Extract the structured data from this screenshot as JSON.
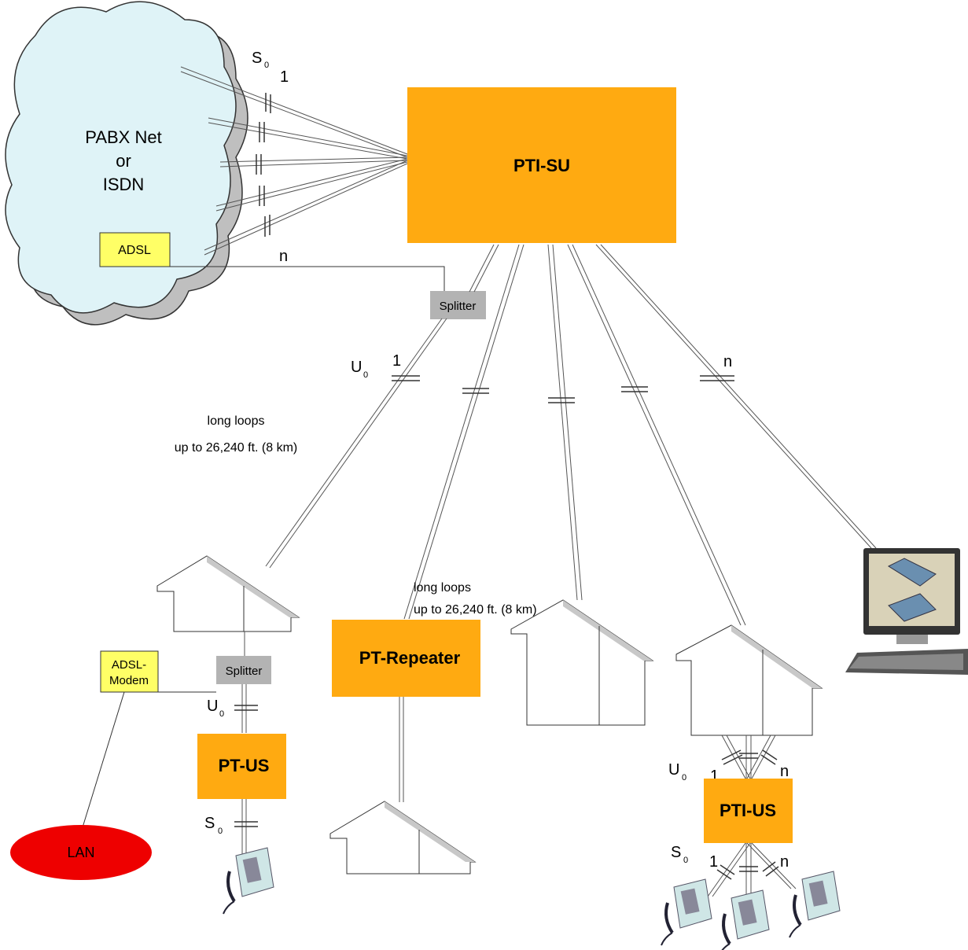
{
  "cloud": {
    "line1": "PABX Net",
    "line2": "or",
    "line3": "ISDN",
    "fill": "#dff3f7"
  },
  "adsl_box": {
    "label": "ADSL",
    "fill": "#ffff66"
  },
  "central_unit": {
    "label": "PTI-SU",
    "fill": "#ffaa11"
  },
  "splitter_top": {
    "label": "Splitter"
  },
  "splitter_house": {
    "label": "Splitter"
  },
  "adsl_modem": {
    "line1": "ADSL-",
    "line2": "Modem",
    "fill": "#ffff66"
  },
  "lan": {
    "label": "LAN",
    "fill": "#ee0000"
  },
  "pt_us": {
    "label": "PT-US"
  },
  "pt_repeater": {
    "label": "PT-Repeater"
  },
  "pti_us": {
    "label": "PTI-US"
  },
  "s0_top": {
    "main": "S",
    "sub": "0",
    "index": "1"
  },
  "n_adsl": "n",
  "u0_left": {
    "main": "U",
    "sub": "0",
    "index": "1"
  },
  "n_right": "n",
  "long_loops_1": {
    "line1": "long  loops",
    "line2": "up to 26,240 ft. (8 km)"
  },
  "long_loops_2": {
    "line1": "long loops",
    "line2": "up to 26,240 ft. (8 km)"
  },
  "u0_house": {
    "main": "U",
    "sub": "0"
  },
  "s0_left": {
    "main": "S",
    "sub": "0"
  },
  "u0_pti": {
    "main": "U",
    "sub": "0",
    "first": "1",
    "last": "n"
  },
  "s0_pti": {
    "main": "S",
    "sub": "0",
    "first": "1",
    "last": "n"
  }
}
